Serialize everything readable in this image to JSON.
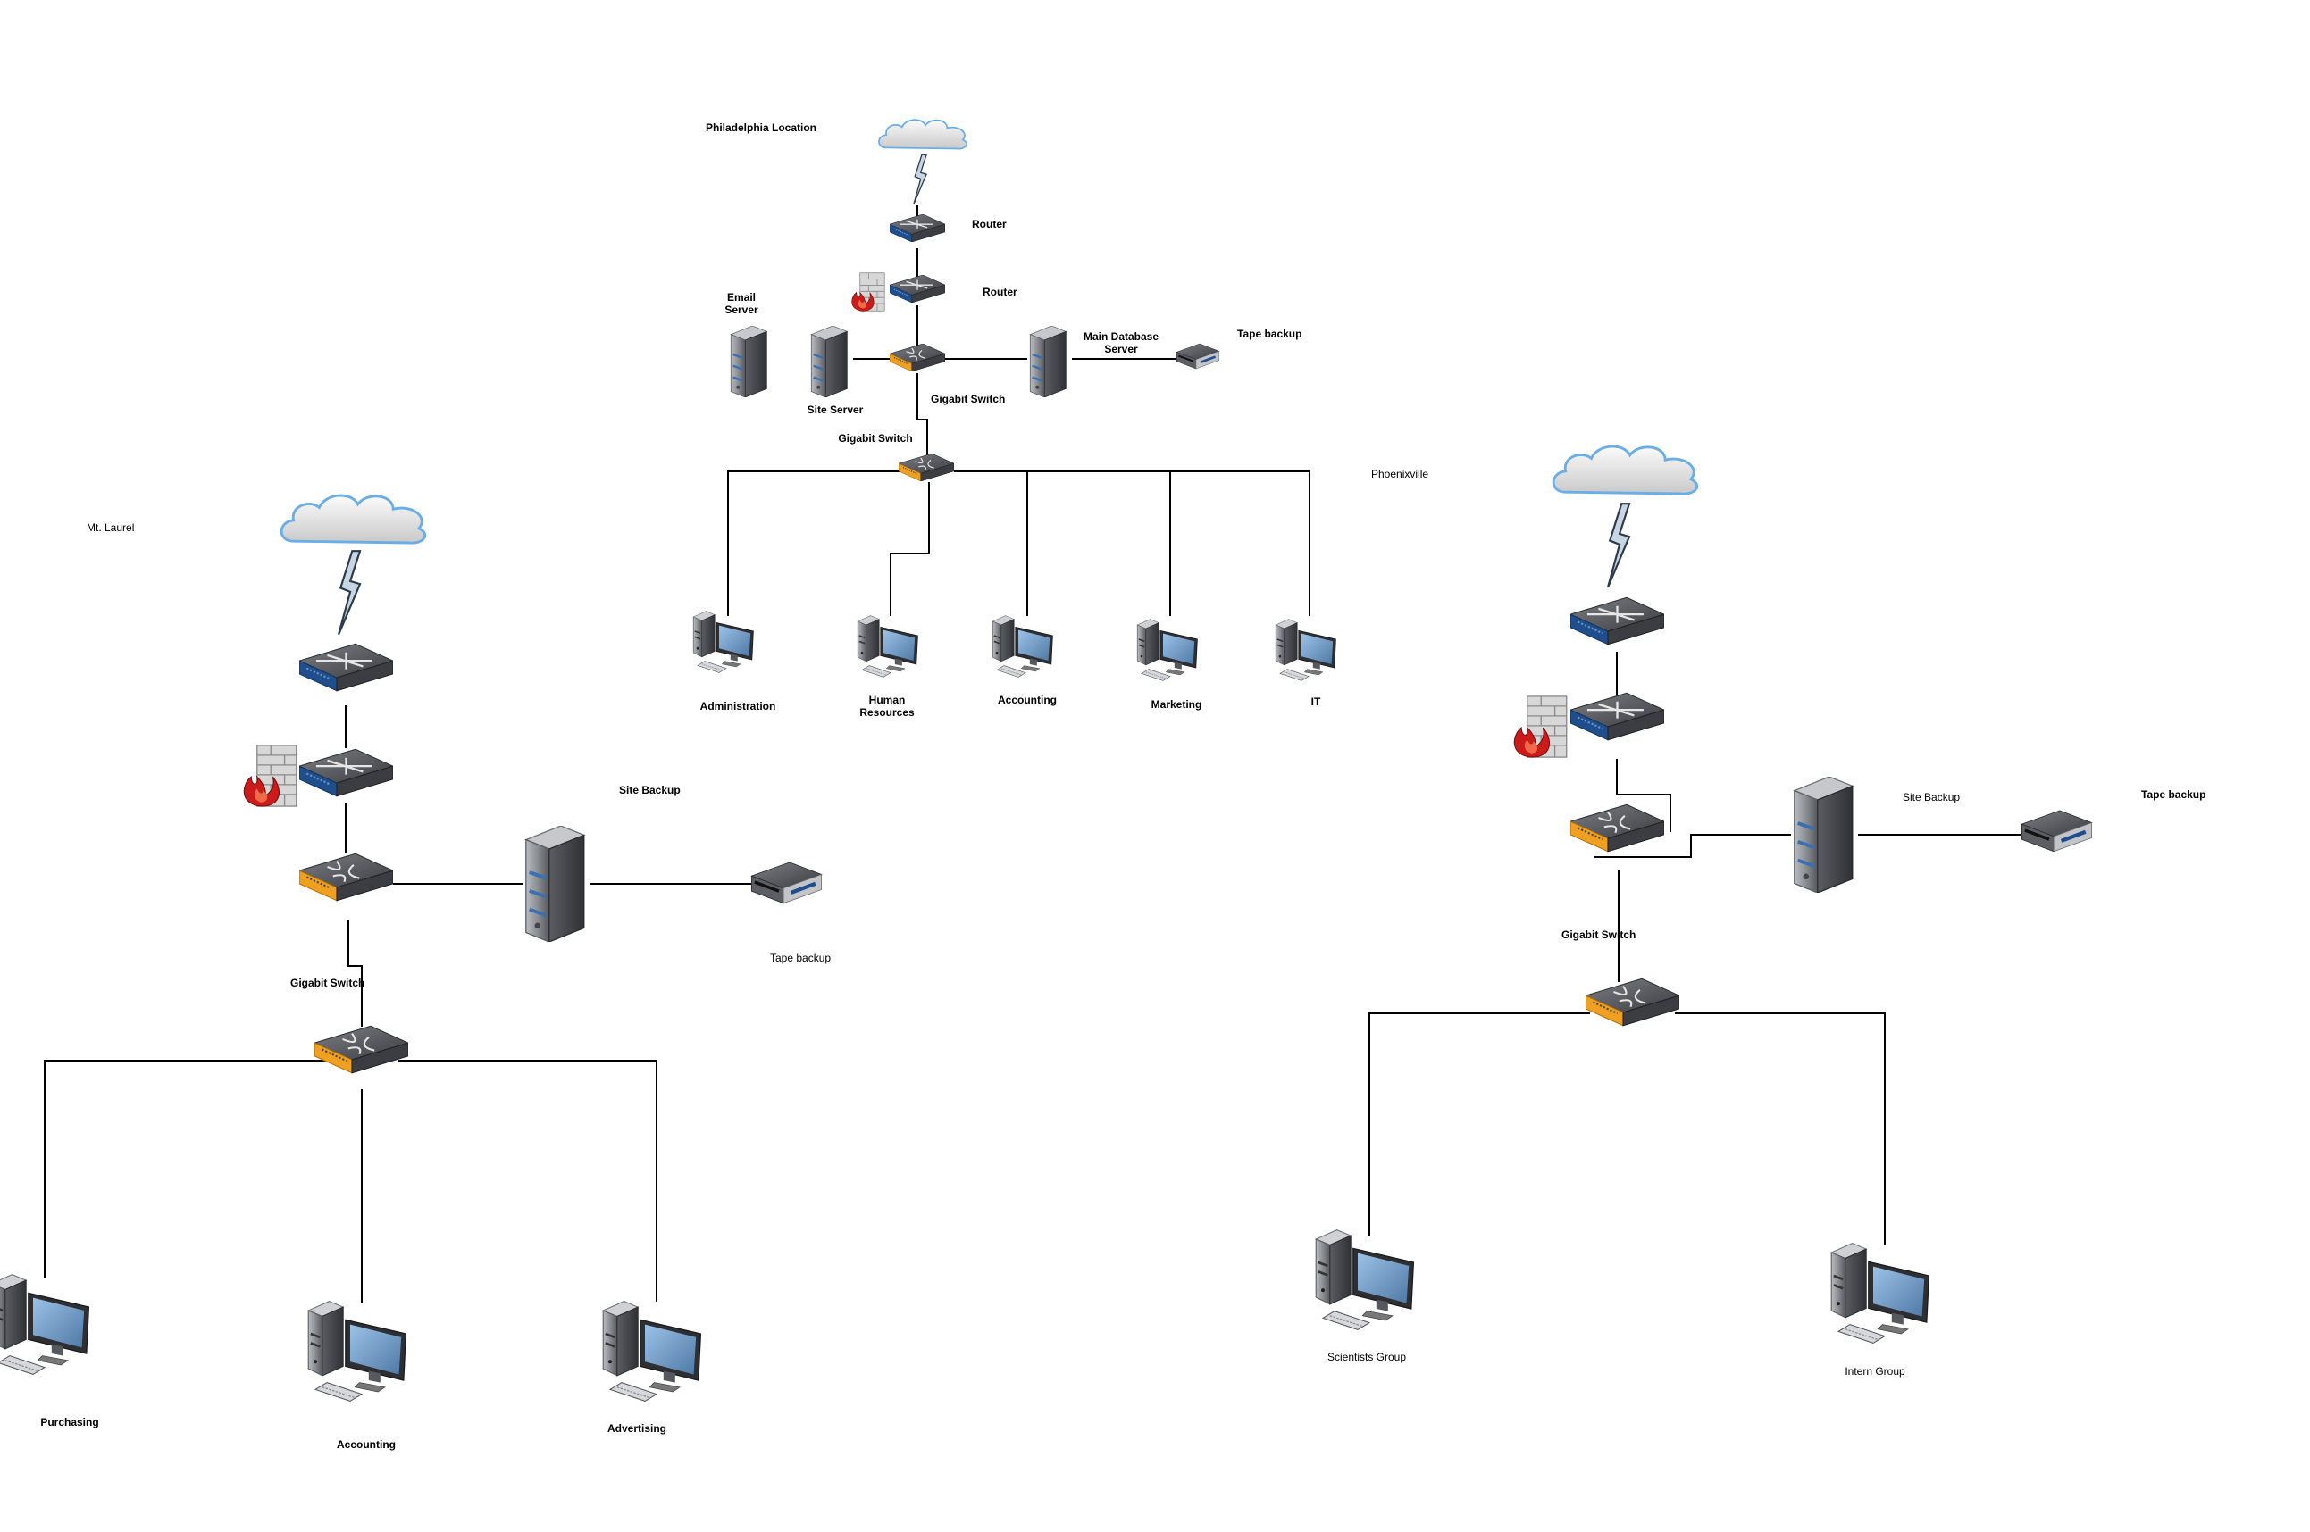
{
  "labels": {
    "philly_title": "Philadelphia Location",
    "philly_router1": "Router",
    "philly_router2": "Router",
    "philly_email": [
      "Email",
      "Server"
    ],
    "philly_site_server": "Site Server",
    "philly_gigabit_switch1": "Gigabit Switch",
    "philly_gigabit_switch2": "Gigabit Switch",
    "philly_main_db": [
      "Main Database",
      "Server"
    ],
    "philly_tape": "Tape backup",
    "philly_admin": "Administration",
    "philly_hr": [
      "Human",
      "Resources"
    ],
    "philly_accounting": "Accounting",
    "philly_marketing": "Marketing",
    "philly_it": "IT",
    "mtlaurel_title": "Mt. Laurel",
    "mtlaurel_site_backup": "Site Backup",
    "mtlaurel_tape": "Tape backup",
    "mtlaurel_gigabit_switch": "Gigabit Switch",
    "mtlaurel_purchasing": "Purchasing",
    "mtlaurel_accounting": "Accounting",
    "mtlaurel_advertising": "Advertising",
    "phx_title": "Phoenixville",
    "phx_site_backup": "Site Backup",
    "phx_tape": "Tape backup",
    "phx_gigabit_switch": "Gigabit Switch",
    "phx_scientists": "Scientists Group",
    "phx_interns": "Intern Group"
  },
  "colors": {
    "cloud_fill": "#e6e6e6",
    "cloud_stroke": "#6aaee8",
    "router_blue": "#1f4e8c",
    "switch_orange": "#f0a020",
    "firewall_red": "#cc1b1b",
    "server_gray": "#8a8d92",
    "monitor_blue": "#5d87b5",
    "line": "#000000"
  },
  "icons": [
    "cloud-icon",
    "lightning-icon",
    "router-icon",
    "firewall-icon",
    "switch-icon",
    "server-icon",
    "tape-drive-icon",
    "workstation-icon"
  ]
}
